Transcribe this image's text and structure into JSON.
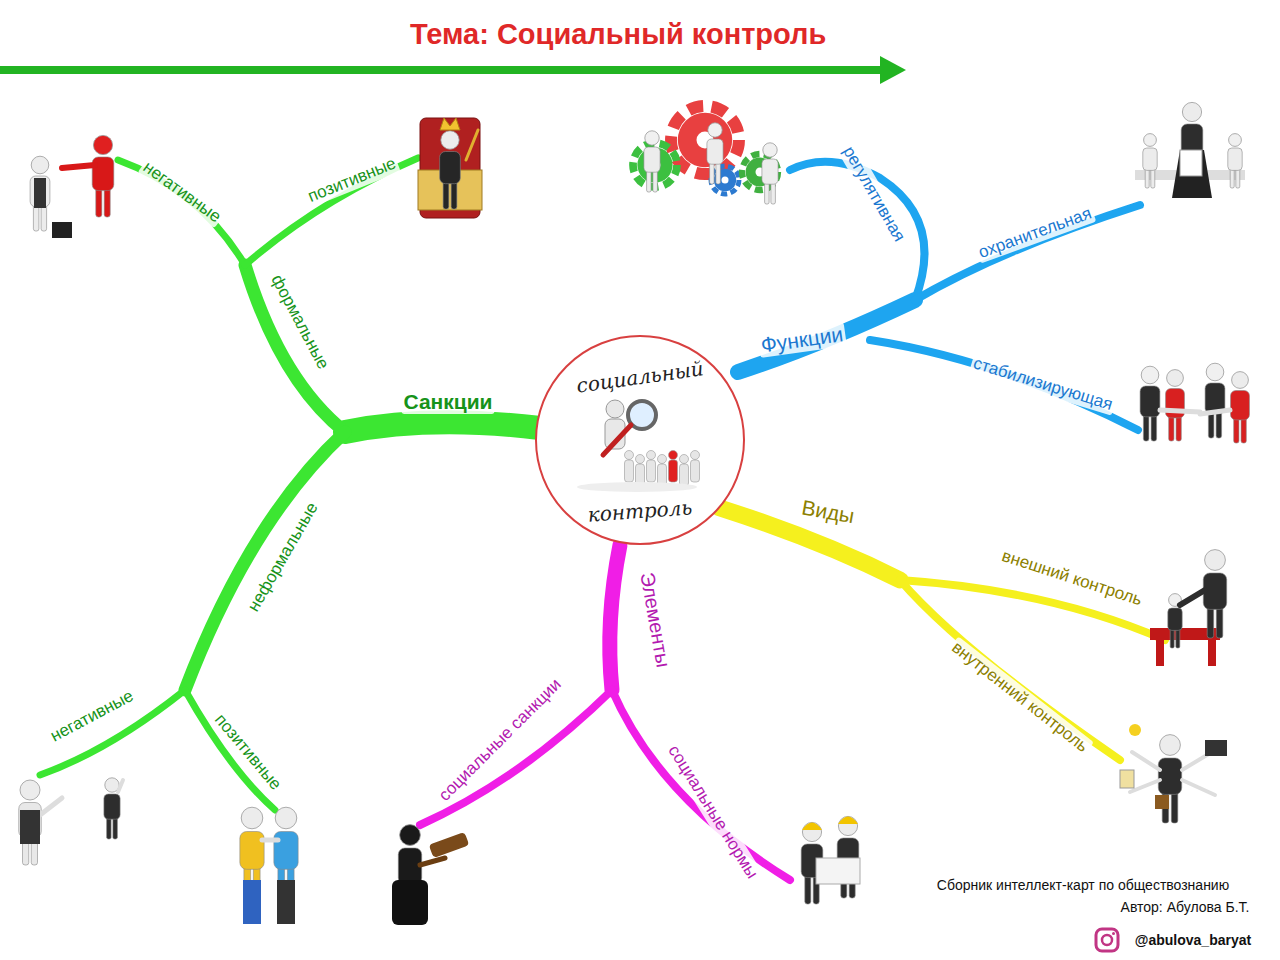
{
  "diagram": {
    "title": "Тема: Социальный контроль",
    "nodes": [
      {
        "text": [
          "социальный",
          "контроль"
        ]
      }
    ],
    "labels": [
      "Санкции",
      "формальные",
      "позитивные",
      "негативные",
      "неформальные",
      "негативные",
      "позитивные",
      "Функции",
      "регулятивная",
      "охранительная",
      "стабилизирующая",
      "Виды",
      "внешний контроль",
      "внутренний контроль",
      "Элементы",
      "социальные санкции",
      "социальные нормы",
      "Сборник интеллект-карт по обществознанию",
      "Автор: Абулова Б.Т.",
      "@abulova_baryat"
    ]
  }
}
